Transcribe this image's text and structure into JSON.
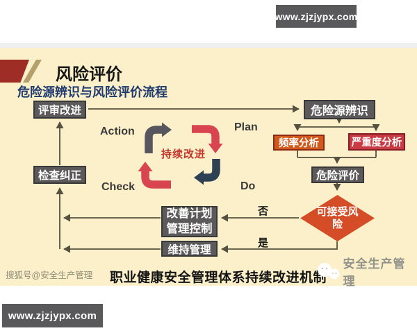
{
  "top_banner": {
    "text": "www.zjzjypx.com"
  },
  "bottom_banner": {
    "text": "www.zjzjypx.com"
  },
  "slide": {
    "title": "风险评价",
    "subtitle": "危险源辨识与风险评价流程",
    "caption": "职业健康安全管理体系持续改进机制",
    "watermark": "搜狐号@安全生产管理",
    "logo_text": "安全生产管理"
  },
  "flowchart": {
    "nodes": {
      "review_improve": "评审改进",
      "hazard_identification": "危险源辨识",
      "frequency_analysis": "频率分析",
      "severity_analysis": "严重度分析",
      "risk_evaluation": "危险评价",
      "check_correct": "检查纠正",
      "acceptable_risk": "可接受风险",
      "improvement_plan": "改善计划管理控制",
      "maintain_management": "维持管理"
    },
    "pdca": {
      "action": "Action",
      "plan": "Plan",
      "check": "Check",
      "do": "Do",
      "center": "持续改进"
    },
    "branch_labels": {
      "no": "否",
      "yes": "是"
    }
  },
  "colors": {
    "slide_bg": "#FBF0C9",
    "node_gray": "#5B5959",
    "node_orange": "#D2591C",
    "node_red": "#C93B42",
    "diamond": "#D54D26",
    "banner_bg": "#59595B",
    "subtitle_blue": "#1E3A6F",
    "cycle_gray": "#57555D",
    "cycle_red": "#D8454F",
    "cycle_navy": "#2E4154",
    "connector": "#55503F"
  }
}
